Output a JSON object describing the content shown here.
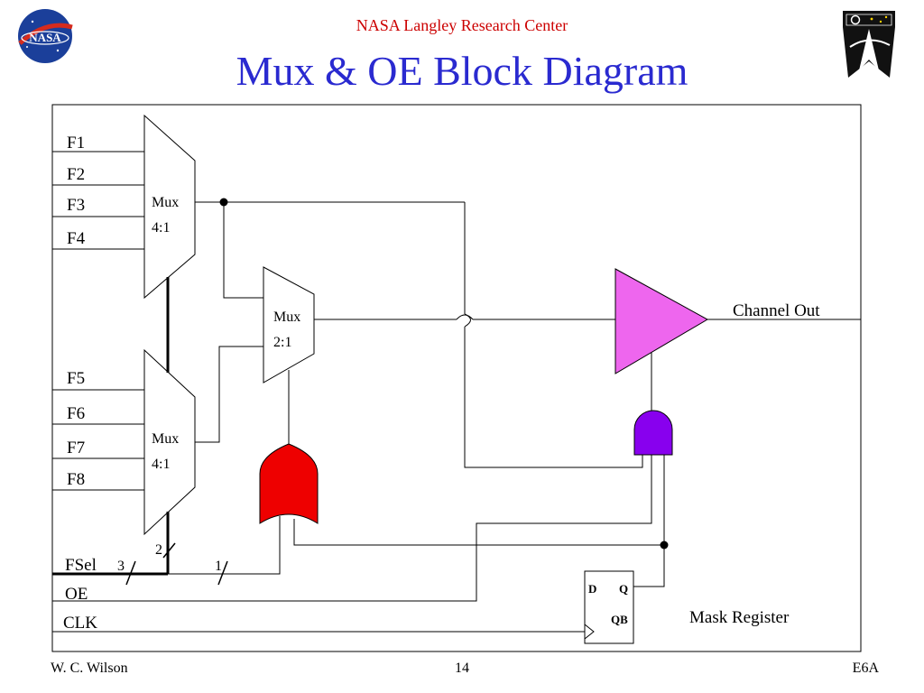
{
  "header": {
    "organization": "NASA Langley Research Center",
    "title": "Mux & OE Block Diagram",
    "logo_left_text": "NASA"
  },
  "diagram": {
    "inputs": {
      "f1": "F1",
      "f2": "F2",
      "f3": "F3",
      "f4": "F4",
      "f5": "F5",
      "f6": "F6",
      "f7": "F7",
      "f8": "F8",
      "fsel": "FSel",
      "oe": "OE",
      "clk": "CLK"
    },
    "mux_top": {
      "line1": "Mux",
      "line2": "4:1"
    },
    "mux_bottom": {
      "line1": "Mux",
      "line2": "4:1"
    },
    "mux_2to1": {
      "line1": "Mux",
      "line2": "2:1"
    },
    "bus_widths": {
      "fsel": "3",
      "mux_select": "2",
      "mux2_select": "1"
    },
    "flipflop": {
      "d": "D",
      "q": "Q",
      "qb": "QB"
    },
    "output_label": "Channel Out",
    "mask_register_label": "Mask Register",
    "colors": {
      "buffer": "#ee66ee",
      "and_gate": "#8800ee",
      "or_gate": "#ee0000"
    }
  },
  "footer": {
    "author": "W. C. Wilson",
    "page": "14",
    "code": "E6A"
  }
}
